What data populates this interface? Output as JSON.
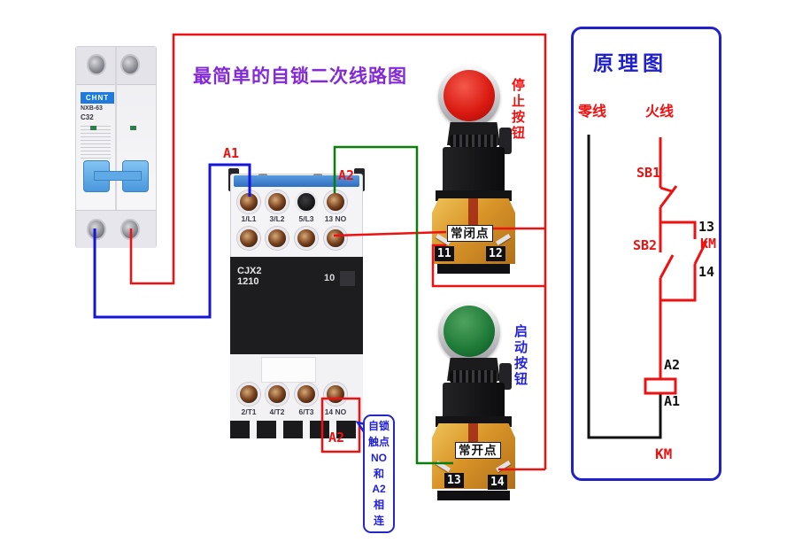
{
  "title": "最简单的自锁二次线路图",
  "colors": {
    "wire_red": "#ee1111",
    "wire_blue": "#1414dd",
    "wire_green": "#0b7d0b",
    "schematic_black": "#111111",
    "panel_border": "#2020cc",
    "title_purple": "#8329d8",
    "label_red": "#ee1111",
    "label_blue": "#2222dd"
  },
  "breaker": {
    "brand": "CHNT",
    "model": "NXB-63",
    "rating": "C32"
  },
  "contactor": {
    "model_line1": "CJX2",
    "model_line2": "1210",
    "aux": "10",
    "top_terminals": [
      "1/L1",
      "3/L2",
      "5/L3",
      "13 NO"
    ],
    "bottom_terminals": [
      "2/T1",
      "4/T2",
      "6/T3",
      "14 NO"
    ],
    "coil_a1_label": "A1",
    "coil_a2_label": "A2",
    "selflock_a2_label": "A2"
  },
  "stop_button": {
    "label": "停止按钮",
    "contact_label": "常闭点",
    "terminal_left": "11",
    "terminal_right": "12"
  },
  "start_button": {
    "label": "启动按钮",
    "contact_label": "常开点",
    "terminal_left": "13",
    "terminal_right": "14"
  },
  "callout": {
    "lines": [
      "自锁",
      "触点",
      "NO",
      "和",
      "A2",
      "相",
      "连"
    ]
  },
  "schematic": {
    "title": "原理图",
    "neutral_label": "零线",
    "live_label": "火线",
    "sb1": "SB1",
    "sb2": "SB2",
    "km_contact": "KM",
    "km_coil": "KM",
    "t13": "13",
    "t14": "14",
    "a2": "A2",
    "a1": "A1"
  }
}
